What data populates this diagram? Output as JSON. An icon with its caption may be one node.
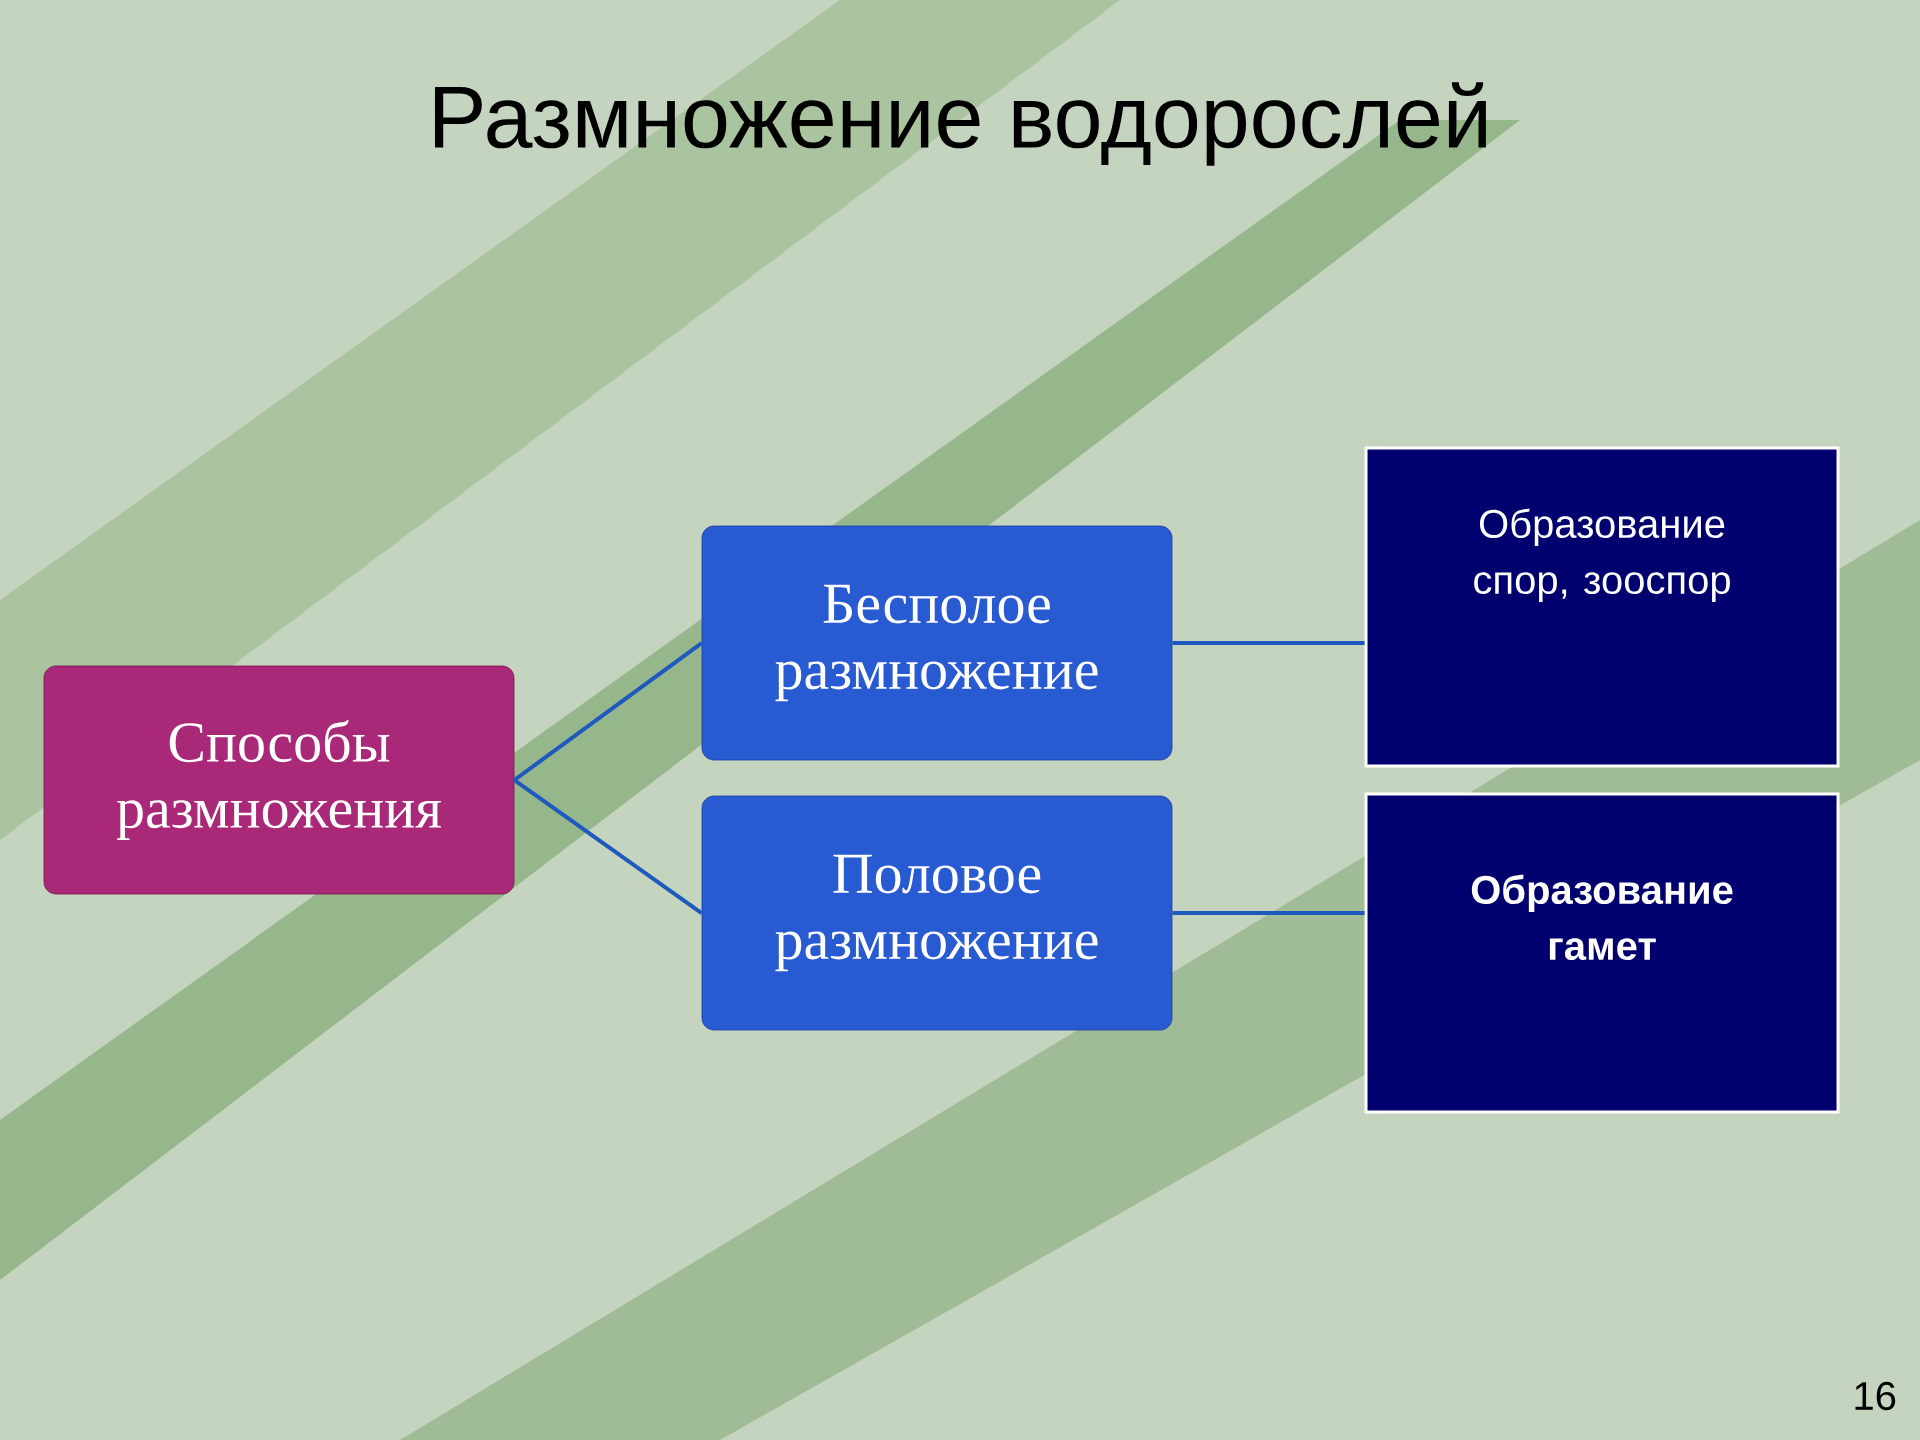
{
  "diagram": {
    "title": "Размножение водорослей",
    "nodes": [
      {
        "text": [
          "Способы размножения"
        ]
      },
      {
        "text": [
          "Бесполое размножение"
        ]
      },
      {
        "text": [
          "Половое размножение"
        ]
      },
      {
        "text": [
          "Образование спор, зооспор"
        ]
      },
      {
        "text": [
          "Образование гамет"
        ]
      }
    ],
    "edges": [
      {
        "from": 0,
        "to": 1,
        "arrow": "none"
      },
      {
        "from": 0,
        "to": 2,
        "arrow": "none"
      },
      {
        "from": 1,
        "to": 3,
        "arrow": "none"
      },
      {
        "from": 2,
        "to": 4,
        "arrow": "none"
      }
    ],
    "labels": [
      "16"
    ]
  }
}
